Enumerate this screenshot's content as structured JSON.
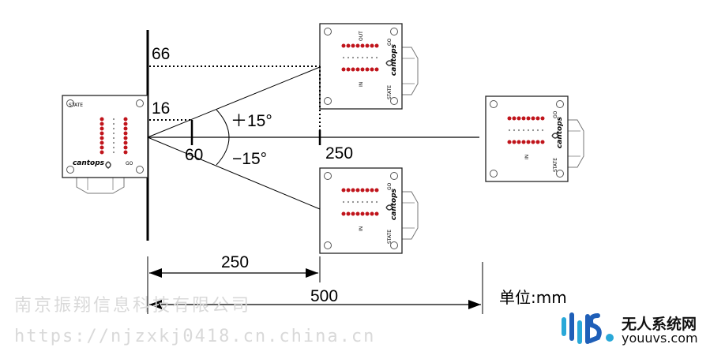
{
  "labels": {
    "dist_66": "66",
    "dist_16": "16",
    "dist_60": "60",
    "angle_plus": "＋15°",
    "angle_minus": "−15°",
    "dist_250_axis": "250",
    "dim_250": "250",
    "dim_500": "500"
  },
  "unit_label": "单位:mm",
  "watermark": {
    "company": "南京振翔信息科技有限公司",
    "url": "https://njzxkj0418.cn.china.cn"
  },
  "logo": {
    "name_cn": "无人系统网",
    "name_en": "youuvs.com"
  },
  "sensor_text": {
    "brand": "cantops",
    "state": "STATE",
    "go": "GO",
    "in": "IN",
    "out": "OUT"
  },
  "colors": {
    "led": "#c0141b",
    "line": "#000000",
    "logo_blue": "#1f5fb8",
    "logo_cyan": "#29a8d8"
  }
}
